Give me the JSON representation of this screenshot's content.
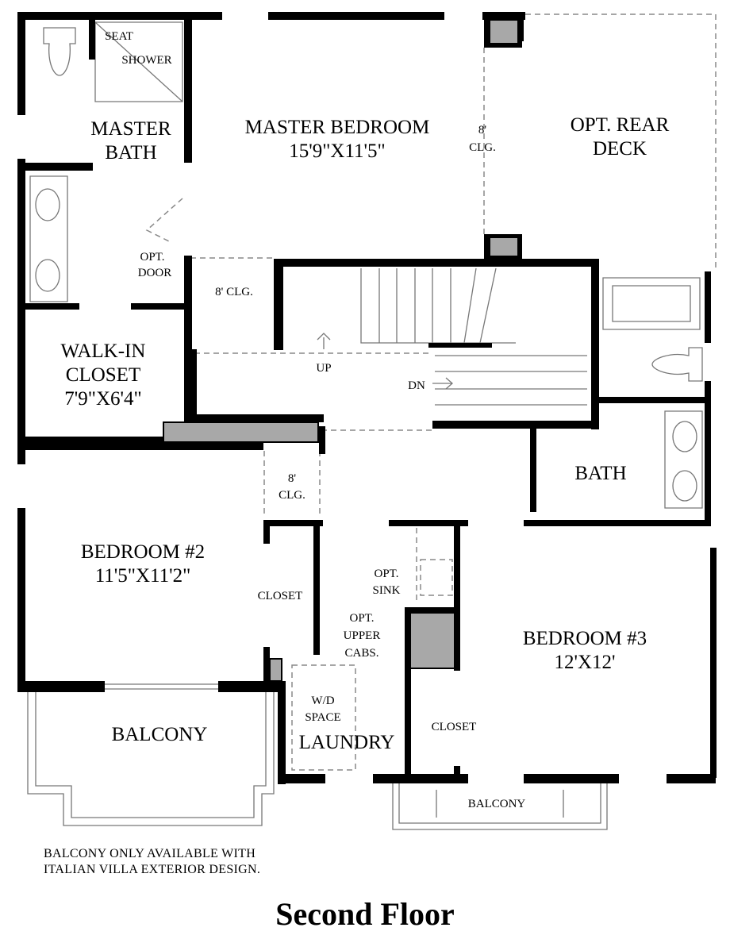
{
  "plan": {
    "title": "Second Floor",
    "note_line1": "BALCONY ONLY AVAILABLE WITH",
    "note_line2": "ITALIAN VILLA EXTERIOR DESIGN.",
    "rooms": {
      "seat": "SEAT",
      "shower": "SHOWER",
      "master_bath_1": "MASTER",
      "master_bath_2": "BATH",
      "master_bedroom": "MASTER BEDROOM",
      "master_bedroom_size": "15'9\"X11'5\"",
      "ceiling_8_a1": "8'",
      "ceiling_8_a2": "CLG.",
      "rear_deck_1": "OPT. REAR",
      "rear_deck_2": "DECK",
      "opt_door_1": "OPT.",
      "opt_door_2": "DOOR",
      "ceiling_8_b": "8' CLG.",
      "walkin_1": "WALK-IN",
      "walkin_2": "CLOSET",
      "walkin_size": "7'9\"X6'4\"",
      "up": "UP",
      "dn": "DN",
      "bath": "BATH",
      "ceiling_8_c1": "8'",
      "ceiling_8_c2": "CLG.",
      "bedroom2": "BEDROOM #2",
      "bedroom2_size": "11'5\"X11'2\"",
      "closet_a": "CLOSET",
      "opt_sink_1": "OPT.",
      "opt_sink_2": "SINK",
      "upper_cabs_1": "OPT.",
      "upper_cabs_2": "UPPER",
      "upper_cabs_3": "CABS.",
      "bedroom3": "BEDROOM #3",
      "bedroom3_size": "12'X12'",
      "wd_1": "W/D",
      "wd_2": "SPACE",
      "laundry": "LAUNDRY",
      "closet_b": "CLOSET",
      "balcony_a": "BALCONY",
      "balcony_b": "BALCONY"
    }
  }
}
